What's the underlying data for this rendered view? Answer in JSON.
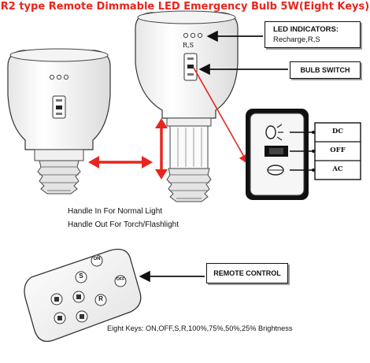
{
  "title": "R2 type Remote Dimmable LED Emergency Bulb 5W(Eight Keys)",
  "led_indicators": {
    "heading": "LED INDICATORS:",
    "detail": "Recharge,R,S"
  },
  "bulb_label": "R,S",
  "bulb_switch_label": "BULB SWITCH",
  "switch_modes": [
    "DC",
    "OFF",
    "AC"
  ],
  "handle_text": {
    "line1": "Handle In For Normal Light",
    "line2": "Handle Out For Torch/Flashlight"
  },
  "remote_control_label": "REMOTE CONTROL",
  "remote_keys": [
    "ON",
    "S",
    "OFF",
    "R"
  ],
  "keys_caption": "Eight Keys: ON,OFF,S,R,100%,75%,50%,25% Brightness",
  "colors": {
    "title": "#e8251d",
    "arrow": "#e8251d",
    "outline": "#222222"
  }
}
